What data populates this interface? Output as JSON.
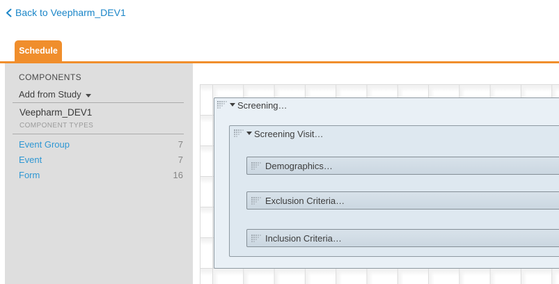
{
  "back_link": {
    "label": "Back to Veepharm_DEV1"
  },
  "tab": {
    "label": "Schedule"
  },
  "sidebar": {
    "title": "COMPONENTS",
    "add_from_study": "Add from Study",
    "study_name": "Veepharm_DEV1",
    "component_types_label": "COMPONENT TYPES",
    "items": [
      {
        "label": "Event Group",
        "count": "7"
      },
      {
        "label": "Event",
        "count": "7"
      },
      {
        "label": "Form",
        "count": "16"
      }
    ]
  },
  "canvas": {
    "event_group": {
      "label": "Screening…"
    },
    "event": {
      "label": "Screening Visit…"
    },
    "forms": [
      {
        "label": "Demographics…"
      },
      {
        "label": "Exclusion Criteria…"
      },
      {
        "label": "Inclusion Criteria…"
      }
    ]
  },
  "colors": {
    "accent_orange": "#F08E2C",
    "back_link_blue": "#1B86C8",
    "sidebar_link_blue": "#2E97D3",
    "sidebar_bg": "#DEDEDE",
    "event_group_fill": "#E9F0F6",
    "event_fill": "#DEE8F0",
    "form_fill_top": "#D8E2EA",
    "form_fill_bottom": "#CBD7E1",
    "box_border": "#8E99A1",
    "grid_line": "#DBDBDB"
  }
}
